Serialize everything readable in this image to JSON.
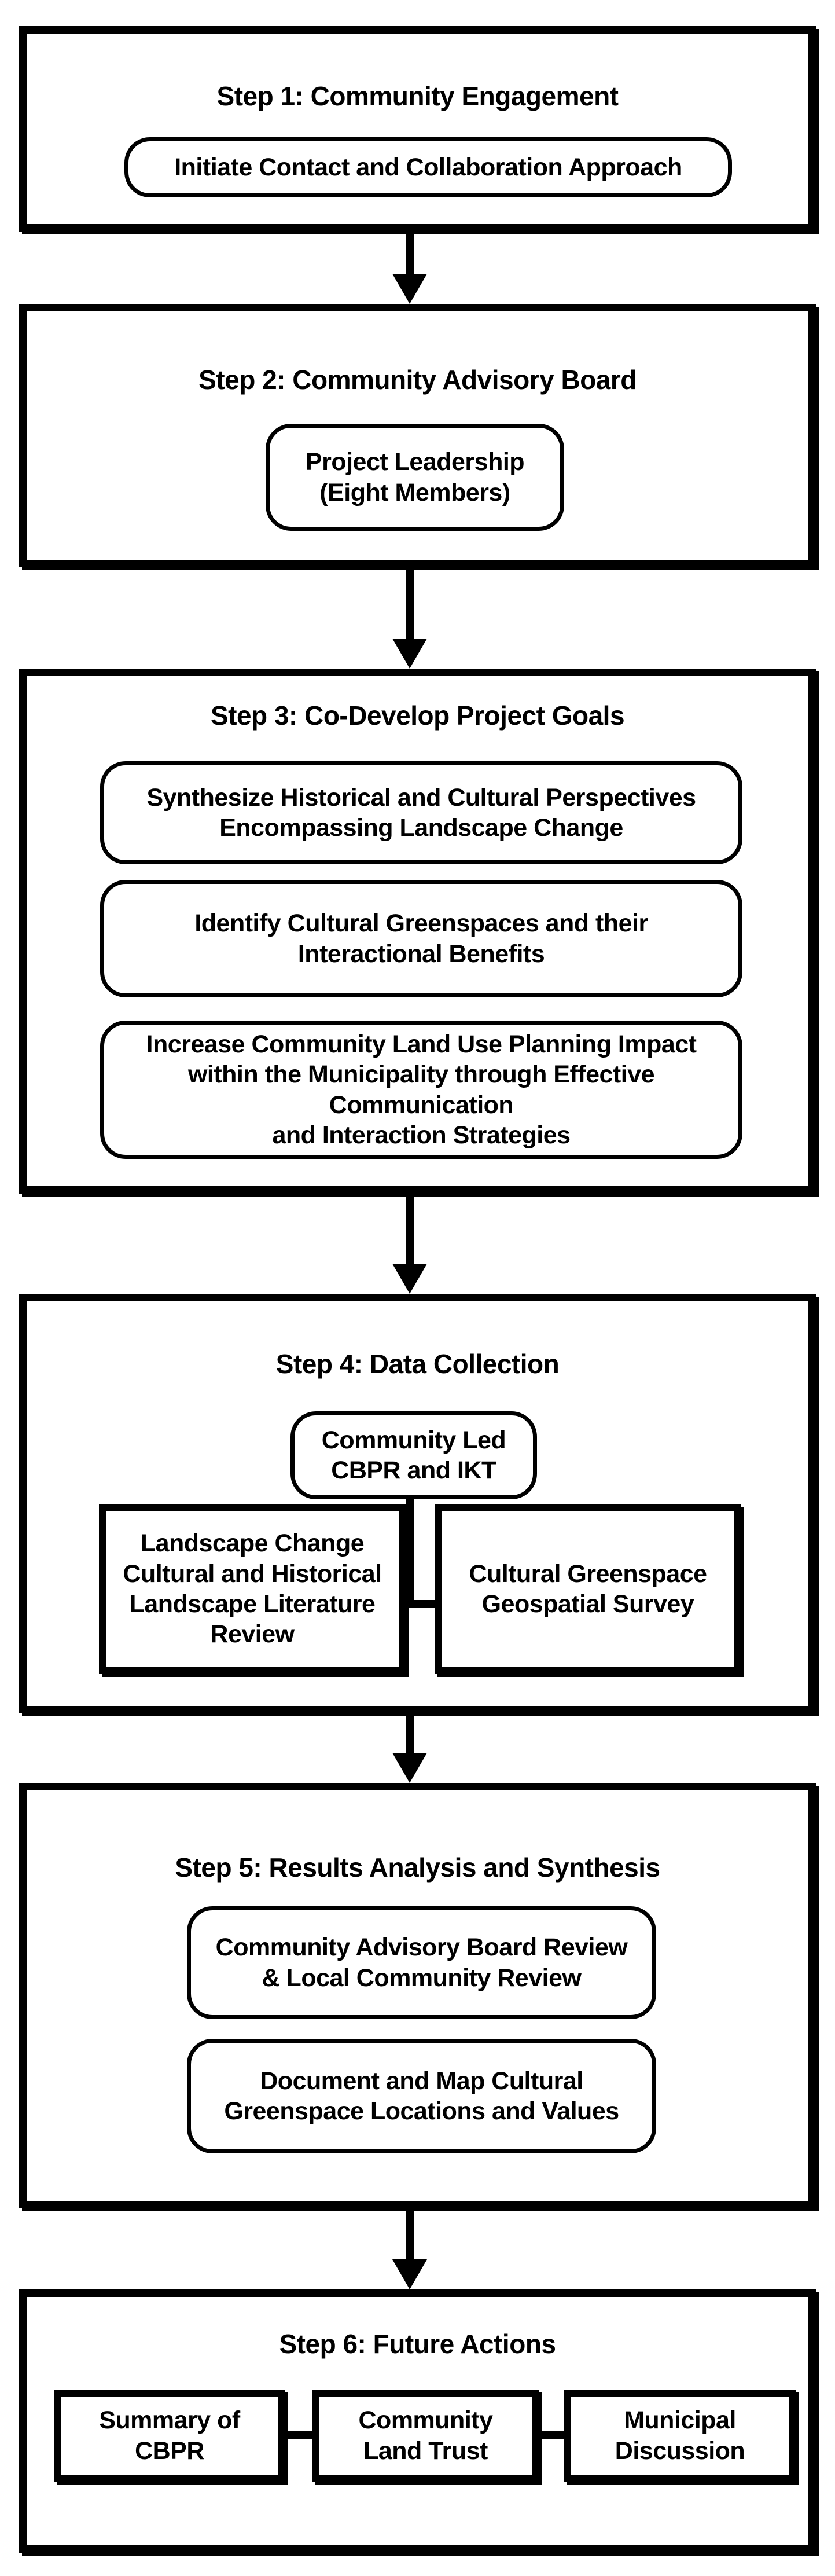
{
  "diagram": {
    "background_color": "#ffffff",
    "line_color": "#000000",
    "type": "flowchart",
    "flow_direction": "top-to-bottom",
    "steps": [
      {
        "title": "Step 1: Community Engagement",
        "items": [
          {
            "shape": "rounded",
            "text": "Initiate Contact and Collaboration Approach"
          }
        ]
      },
      {
        "title": "Step 2: Community Advisory Board",
        "items": [
          {
            "shape": "rounded",
            "text": "Project Leadership\n(Eight Members)"
          }
        ]
      },
      {
        "title": "Step 3: Co-Develop Project Goals",
        "items": [
          {
            "shape": "rounded",
            "text": "Synthesize Historical and Cultural Perspectives\nEncompassing Landscape Change"
          },
          {
            "shape": "rounded",
            "text": "Identify Cultural Greenspaces and their\nInteractional Benefits"
          },
          {
            "shape": "rounded",
            "text": "Increase Community Land Use Planning Impact\nwithin the Municipality through Effective\nCommunication\nand Interaction Strategies"
          }
        ]
      },
      {
        "title": "Step 4: Data Collection",
        "items": [
          {
            "shape": "rounded",
            "text": "Community Led\nCBPR and IKT"
          },
          {
            "shape": "rect",
            "text": "Landscape Change\nCultural and Historical\nLandscape Literature\nReview"
          },
          {
            "shape": "rect",
            "text": "Cultural Greenspace\nGeospatial Survey"
          }
        ]
      },
      {
        "title": "Step 5: Results Analysis and Synthesis",
        "items": [
          {
            "shape": "rounded",
            "text": "Community Advisory Board Review\n& Local Community Review"
          },
          {
            "shape": "rounded",
            "text": "Document and Map Cultural\nGreenspace Locations and Values"
          }
        ]
      },
      {
        "title": "Step 6: Future Actions",
        "items": [
          {
            "shape": "rect",
            "text": "Summary of\nCBPR"
          },
          {
            "shape": "rect",
            "text": "Community\nLand Trust"
          },
          {
            "shape": "rect",
            "text": "Municipal\nDiscussion"
          }
        ]
      }
    ]
  }
}
